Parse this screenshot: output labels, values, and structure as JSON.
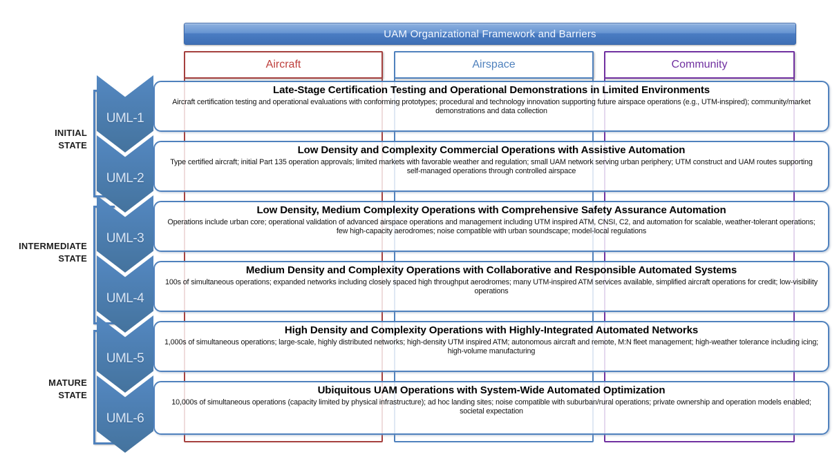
{
  "banner": {
    "title": "UAM Organizational Framework and Barriers"
  },
  "columns": {
    "aircraft": {
      "label": "Aircraft",
      "color": "#be3f3c"
    },
    "airspace": {
      "label": "Airspace",
      "color": "#4f81bd"
    },
    "community": {
      "label": "Community",
      "color": "#7030a0"
    }
  },
  "stages": [
    {
      "line1": "INITIAL",
      "line2": "STATE"
    },
    {
      "line1": "INTERMEDIATE",
      "line2": "STATE"
    },
    {
      "line1": "MATURE",
      "line2": "STATE"
    }
  ],
  "levels": [
    {
      "id": "UML-1",
      "title": "Late-Stage Certification Testing and Operational Demonstrations in Limited Environments",
      "description": "Aircraft certification testing and operational evaluations with conforming prototypes; procedural and technology innovation supporting future airspace operations (e.g., UTM-inspired); community/market demonstrations and data collection"
    },
    {
      "id": "UML-2",
      "title": "Low Density and Complexity Commercial Operations with Assistive Automation",
      "description": "Type certified aircraft; initial Part 135 operation approvals; limited markets with favorable weather and regulation; small UAM network serving urban periphery; UTM construct and UAM routes supporting self-managed operations through controlled airspace"
    },
    {
      "id": "UML-3",
      "title": "Low Density, Medium Complexity Operations with Comprehensive Safety Assurance Automation",
      "description": "Operations include urban core; operational validation of advanced airspace operations and management including UTM inspired ATM, CNSI, C2, and automation for scalable, weather-tolerant operations; few high-capacity aerodromes; noise compatible with urban soundscape; model-local regulations"
    },
    {
      "id": "UML-4",
      "title": "Medium Density and Complexity Operations with Collaborative and Responsible Automated Systems",
      "description": "100s of simultaneous operations; expanded networks including closely spaced high throughput aerodromes; many UTM-inspired ATM services available, simplified aircraft operations for credit; low-visibility operations"
    },
    {
      "id": "UML-5",
      "title": "High Density and Complexity Operations with Highly-Integrated Automated Networks",
      "description": "1,000s of simultaneous operations; large-scale, highly distributed networks; high-density UTM inspired ATM; autonomous aircraft and remote, M:N fleet management; high-weather tolerance including icing; high-volume manufacturing"
    },
    {
      "id": "UML-6",
      "title": "Ubiquitous UAM Operations with System-Wide Automated Optimization",
      "description": "10,000s of simultaneous operations (capacity limited by physical infrastructure); ad hoc landing sites; noise compatible with suburban/rural operations; private ownership and operation models enabled; societal expectation"
    }
  ],
  "colors": {
    "chevron_fill": "#4a7db8",
    "box_border": "#4f81bd",
    "banner_blue": "#4a7cc2",
    "aircraft_red": "#a5403e",
    "airspace_blue": "#4f81bd",
    "community_purple": "#7030a0"
  }
}
